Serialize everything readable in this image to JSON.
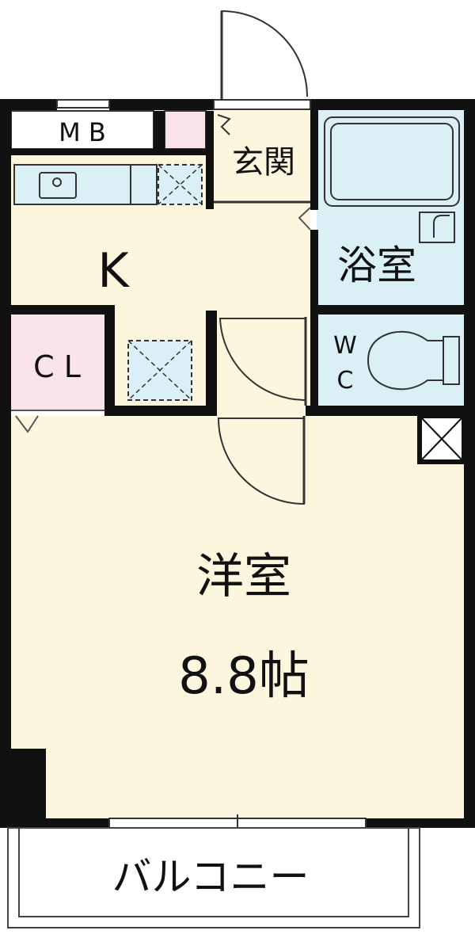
{
  "plan": {
    "labels": {
      "mb": "M B",
      "genkan": "玄関",
      "kitchen": "K",
      "bath": "浴室",
      "closet": "C L",
      "wc_top": "W",
      "wc_bottom": "C",
      "western_room": "洋室",
      "room_size": "8.8帖",
      "balcony": "バルコニー"
    },
    "colors": {
      "wall": "#111111",
      "floor": "#fdf6df",
      "wet_area": "#dbeff7",
      "closet": "#fbe3ea",
      "outline": "#555555"
    }
  }
}
